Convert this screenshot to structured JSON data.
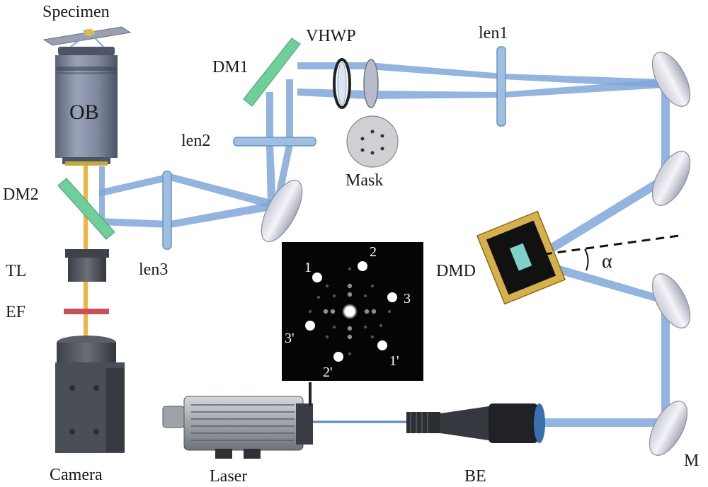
{
  "labels": {
    "specimen": "Specimen",
    "ob": "OB",
    "dm1": "DM1",
    "dm2": "DM2",
    "vhwp": "VHWP",
    "len1": "len1",
    "len2": "len2",
    "len3": "len3",
    "mask": "Mask",
    "tl": "TL",
    "ef": "EF",
    "camera": "Camera",
    "laser": "Laser",
    "be": "BE",
    "dmd": "DMD",
    "alpha": "α",
    "m": "M"
  },
  "diffraction_spots": [
    "1",
    "2",
    "3",
    "3'",
    "2'",
    "1'"
  ],
  "colors": {
    "beam": "#7fa7d8",
    "dichroic": "#6fcf9a",
    "emission": "#f2b441",
    "filter": "#c8505a",
    "dmd_frame": "#d6b04a"
  }
}
